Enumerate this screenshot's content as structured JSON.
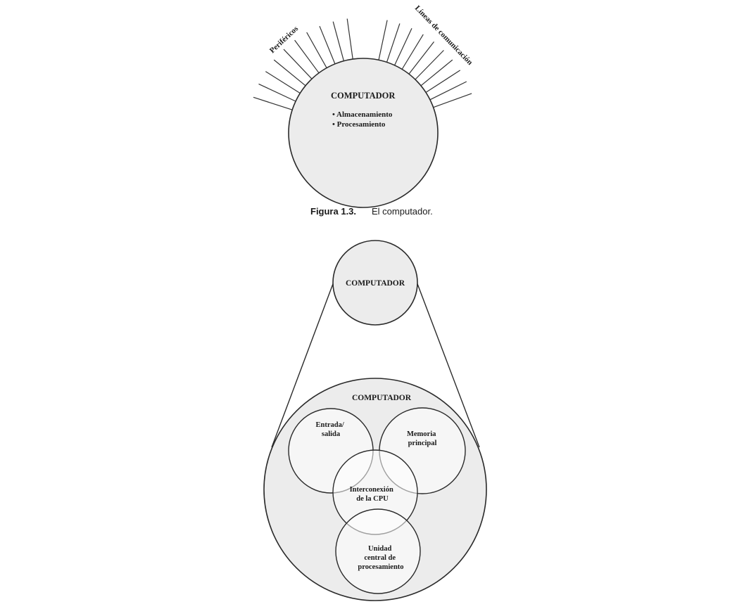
{
  "figure1": {
    "left_label": "Periféricos",
    "right_label": "Líneas de comunicación",
    "title": "COMPUTADOR",
    "bullets": [
      "• Almacenamiento",
      "• Procesamiento"
    ],
    "caption_number": "Figura 1.3.",
    "caption_text": "El computador."
  },
  "figure2": {
    "top_label": "COMPUTADOR",
    "bottom_title": "COMPUTADOR",
    "components": [
      {
        "lines": [
          "Entrada/",
          "salida"
        ]
      },
      {
        "lines": [
          "Memoria",
          "principal"
        ]
      },
      {
        "lines": [
          "Interconexión",
          "de la CPU"
        ]
      },
      {
        "lines": [
          "Unidad",
          "central de",
          "procesamiento"
        ]
      }
    ]
  }
}
